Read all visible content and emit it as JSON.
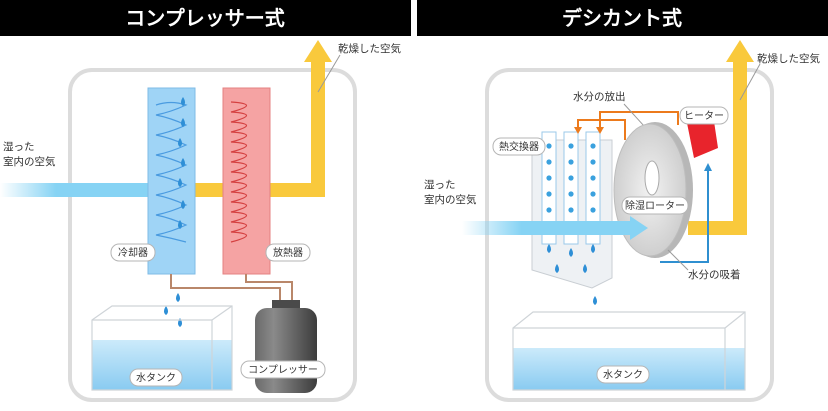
{
  "colors": {
    "dry_air": "#f9c93c",
    "humid_air": "#86d3f4",
    "cooler": "#9fd4f6",
    "radiator": "#f5a3a3",
    "water": "#3aa1de",
    "desorb_path": "#ec7a1c",
    "adsorb_path": "#2f8fd0",
    "heater": "#e8242c",
    "pipe": "#b9876a",
    "compressor": "#555555"
  },
  "left": {
    "title": "コンプレッサー式",
    "humid_air": [
      "湿った",
      "室内の空気"
    ],
    "dry_air": "乾燥した空気",
    "cooler": "冷却器",
    "radiator": "放熱器",
    "tank": "水タンク",
    "compressor": "コンプレッサー"
  },
  "right": {
    "title": "デシカント式",
    "humid_air": [
      "湿った",
      "室内の空気"
    ],
    "dry_air": "乾燥した空気",
    "release": "水分の放出",
    "heater": "ヒーター",
    "exchanger": "熱交換器",
    "rotor": "除湿ローター",
    "adsorb": "水分の吸着",
    "tank": "水タンク"
  }
}
